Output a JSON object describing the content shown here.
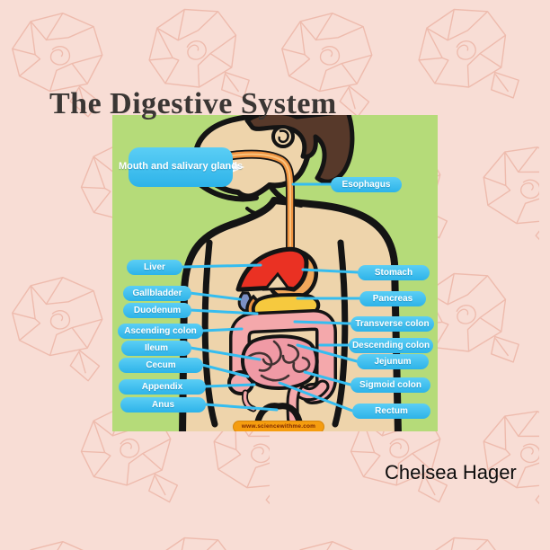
{
  "page": {
    "title": "The Digestive System",
    "author": "Chelsea Hager",
    "background_color": "#f8ddd5",
    "rose_line_color": "#e7a493"
  },
  "diagram": {
    "watermark": "www.sciencewithme.com",
    "labels": {
      "mouth": "Mouth and salivary glands",
      "liver": "Liver",
      "gallbladder": "Gallbladder",
      "duodenum": "Duodenum",
      "ascending_colon": "Ascending colon",
      "ileum": "Ileum",
      "cecum": "Cecum",
      "appendix": "Appendix",
      "anus": "Anus",
      "esophagus": "Esophagus",
      "stomach": "Stomach",
      "pancreas": "Pancreas",
      "transverse_colon": "Transverse colon",
      "descending_colon": "Descending colon",
      "jejunum": "Jejunum",
      "sigmoid_colon": "Sigmoid colon",
      "rectum": "Rectum"
    },
    "colors": {
      "background": "#b5db79",
      "label_pill": "#38bff0",
      "label_text": "#ffffff",
      "skin": "#eed4ab",
      "hair": "#57392a",
      "liver": "#ea3123",
      "stomach": "#f2a85b",
      "pancreas": "#f6c93e",
      "intestine": "#f4a8ab",
      "gallbladder": "#7b90c4",
      "esophagus": "#ef9340",
      "banner": "#f59d0f"
    }
  }
}
